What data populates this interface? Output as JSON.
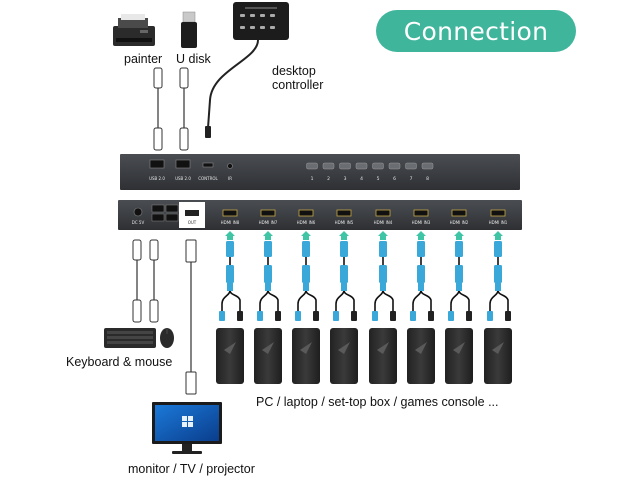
{
  "title": "Connection",
  "labels": {
    "painter": "painter",
    "udisk": "U disk",
    "desktop_controller_line1": "desktop",
    "desktop_controller_line2": "controller",
    "keyboard_mouse": "Keyboard & mouse",
    "devices": "PC / laptop / set-top box / games console ...",
    "monitor": "monitor / TV / projector"
  },
  "front_panel": {
    "ports": [
      "USB 2.0",
      "USB 2.0",
      "CONTROL",
      "IR"
    ],
    "buttons": [
      "1",
      "2",
      "3",
      "4",
      "5",
      "6",
      "7",
      "8"
    ]
  },
  "back_panel": {
    "power": "DC 5V",
    "output": "OUT",
    "inputs": [
      "HDMI IN8",
      "HDMI IN7",
      "HDMI IN6",
      "HDMI IN5",
      "HDMI IN4",
      "HDMI IN3",
      "HDMI IN2",
      "HDMI IN1"
    ]
  },
  "colors": {
    "badge": "#3fb59c",
    "connector_blue": "#3aa8d8",
    "connector_green": "#3fc5a5",
    "device_body": "#2b2b2b",
    "switch_body": "#3a3d42"
  },
  "icons": [
    "printer-icon",
    "usb-drive-icon",
    "desktop-controller-icon",
    "keyboard-icon",
    "mouse-icon",
    "monitor-icon",
    "windows-logo-icon"
  ]
}
